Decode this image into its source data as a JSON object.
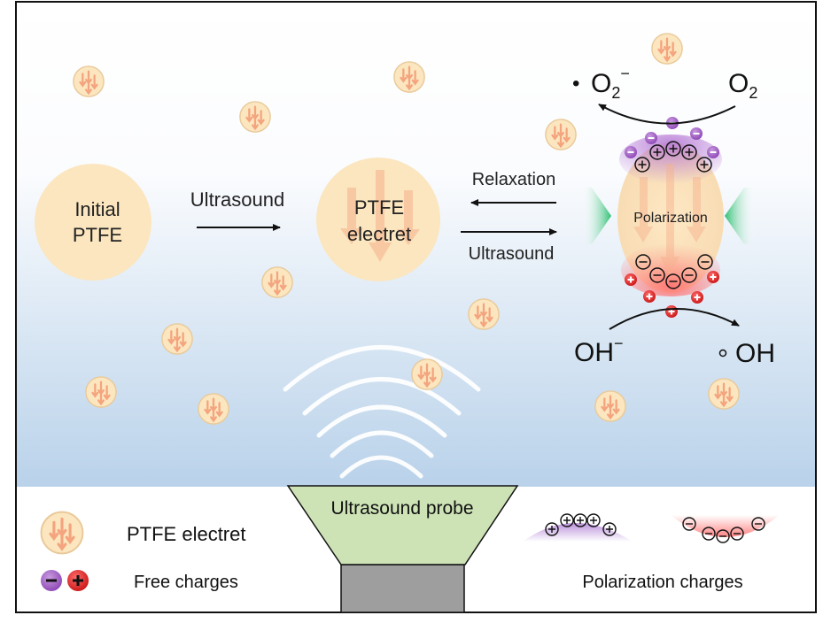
{
  "scene": {
    "initial_label_line1": "Initial",
    "initial_label_line2": "PTFE",
    "step1_arrow_label": "Ultrasound",
    "electret_label_line1": "PTFE",
    "electret_label_line2": "electret",
    "reverse_arrow_label": "Relaxation",
    "forward_arrow_label": "Ultrasound",
    "polarized_label": "Polarization",
    "superoxide_dot": "•",
    "superoxide_base": "O",
    "superoxide_sub": "2",
    "superoxide_sup": "−",
    "oxygen_base": "O",
    "oxygen_sub": "2",
    "hydroxide_label": "OH",
    "hydroxide_sup": "−",
    "hydroxyl_label": "OH",
    "probe_label": "Ultrasound probe"
  },
  "legend": {
    "electret_label": "PTFE electret",
    "free_charges_label": "Free charges",
    "polarization_charges_label": "Polarization charges",
    "minus_symbol": "−",
    "plus_symbol": "+"
  },
  "colors": {
    "particle_fill": "#fbe6bf",
    "particle_arrow": "#f4a47e",
    "negative_charge": "#a865c8",
    "positive_charge": "#e32a2a",
    "probe_head": "#cde3b6",
    "probe_handle": "#9e9e9e",
    "compression_arrow": "#2fbf73",
    "background_bottom": "#b9d2ea"
  }
}
